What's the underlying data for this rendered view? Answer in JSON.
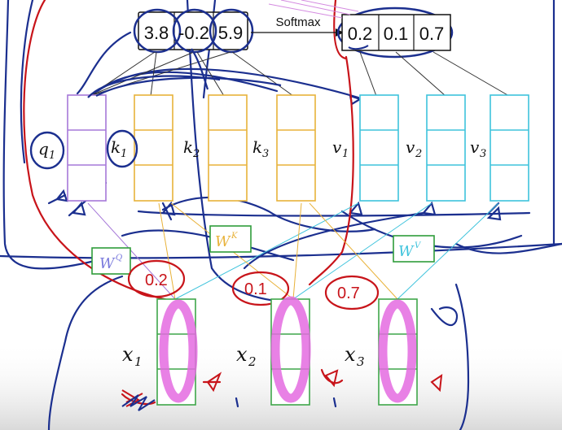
{
  "scores": [
    "3.8",
    "-0.2",
    "5.9"
  ],
  "softmax_label": "Softmax",
  "weights": [
    "0.2",
    "0.1",
    "0.7"
  ],
  "vectors": {
    "q": {
      "label": "q",
      "sub": "1"
    },
    "k1": {
      "label": "k",
      "sub": "1"
    },
    "k2": {
      "label": "k",
      "sub": "2"
    },
    "k3": {
      "label": "k",
      "sub": "3"
    },
    "v1": {
      "label": "v",
      "sub": "1"
    },
    "v2": {
      "label": "v",
      "sub": "2"
    },
    "v3": {
      "label": "v",
      "sub": "3"
    }
  },
  "weight_matrices": {
    "wq": {
      "label": "W",
      "sup": "Q"
    },
    "wk": {
      "label": "W",
      "sup": "K"
    },
    "wv": {
      "label": "W",
      "sup": "V"
    }
  },
  "inputs": {
    "x1": {
      "label": "x",
      "sub": "1"
    },
    "x2": {
      "label": "x",
      "sub": "2"
    },
    "x3": {
      "label": "x",
      "sub": "3"
    }
  },
  "handwritten_weights": [
    "0.2",
    "0.1",
    "0.7"
  ],
  "colors": {
    "query": "#a678d8",
    "key": "#e8b23a",
    "value": "#3ec3dc",
    "input": "#3fa64a",
    "ink_blue": "#1b2f8f",
    "ink_red": "#c8141a",
    "highlight": "#e46be0",
    "weight_box": "#2e9c3a"
  }
}
